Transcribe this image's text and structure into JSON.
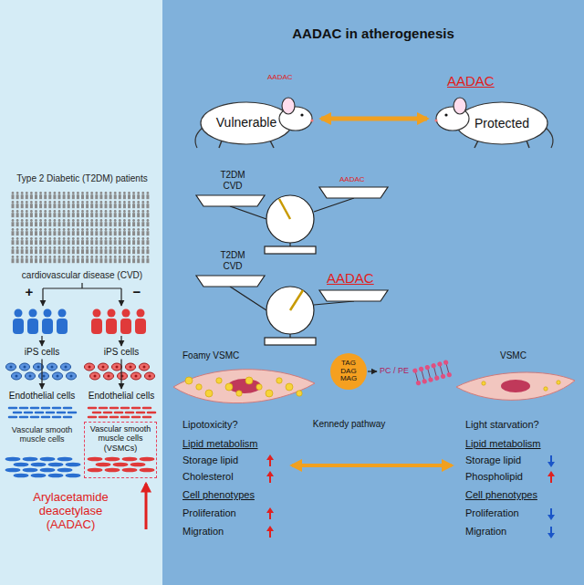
{
  "diagram": {
    "title": "AADAC in atherogenesis",
    "nodes": [
      {
        "text": [
          "iPS cells"
        ]
      },
      {
        "text": [
          "iPS cells"
        ]
      },
      {
        "text": [
          "Endothelial cells"
        ]
      },
      {
        "text": [
          "Endothelial cells"
        ]
      },
      {
        "text": [
          "Vascular smooth muscle cells (VSMCs)"
        ]
      },
      {
        "text": [
          "AADAC",
          "Vulnerable"
        ]
      },
      {
        "text": [
          "AADAC",
          "Protected"
        ]
      },
      {
        "text": [
          "TAG DAG MAG"
        ]
      },
      {
        "text": [
          "PC / PE"
        ]
      }
    ],
    "edges": [
      {
        "from": 0,
        "to": 2,
        "arrow": "to"
      },
      {
        "from": 1,
        "to": 3,
        "arrow": "to"
      },
      {
        "from": 5,
        "to": 6,
        "arrow": "both"
      },
      {
        "from": 7,
        "to": 8,
        "arrow": "to"
      }
    ],
    "labels": [
      "Type 2 Diabetic (T2DM) patients",
      "cardiovascular disease (CVD)",
      "+",
      "−",
      "Vascular smooth muscle cells",
      "Arylacetamide deacetylase (AADAC)",
      "T2DM CVD",
      "AADAC",
      "T2DM CVD",
      "AADAC",
      "Foamy VSMC",
      "VSMC",
      "Kennedy pathway",
      "Lipotoxicity?",
      "Lipid metabolism",
      "Storage lipid",
      "Cholesterol",
      "Cell phenotypes",
      "Proliferation",
      "Migration",
      "Light starvation?",
      "Lipid metabolism",
      "Storage lipid",
      "Phospholipid",
      "Cell phenotypes",
      "Proliferation",
      "Migration"
    ]
  }
}
